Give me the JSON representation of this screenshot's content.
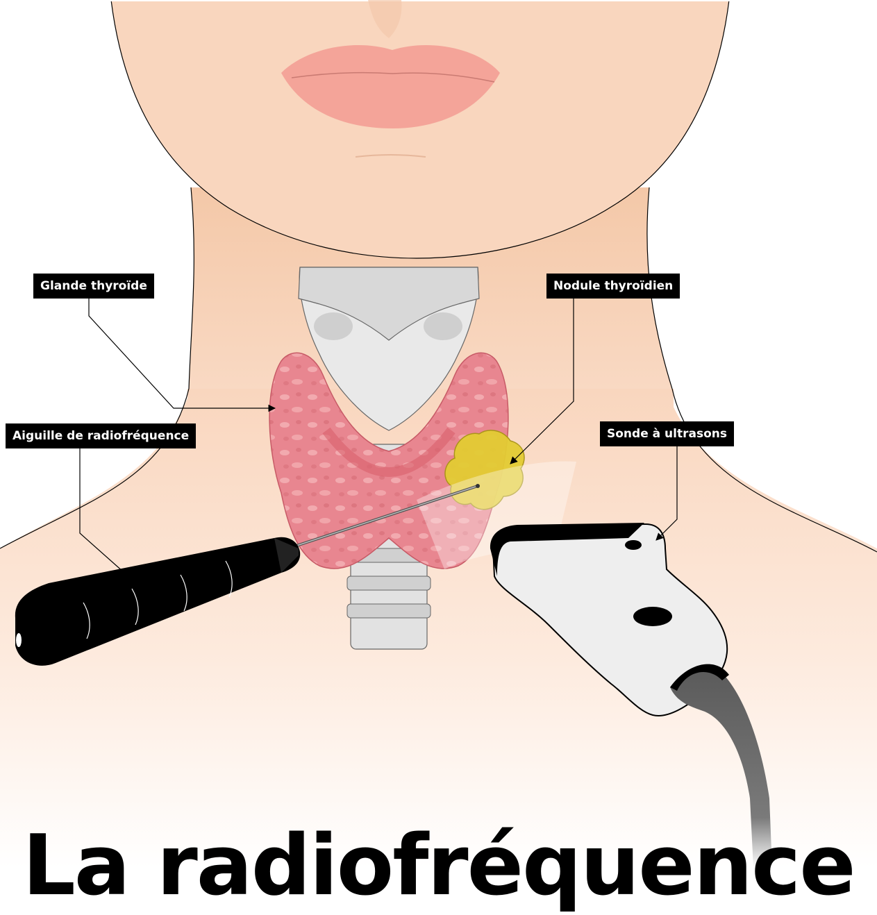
{
  "labels": {
    "glande": "Glande thyroïde",
    "nodule": "Nodule thyroïdien",
    "aiguille": "Aiguille de radiofréquence",
    "sonde": "Sonde à ultrasons"
  },
  "title": "La radiofréquence",
  "colors": {
    "skin": "#f9d6be",
    "skin_shadow": "#f2c3a2",
    "lips": "#f4a499",
    "thyroid": "#e8838c",
    "nodule": "#e0c930",
    "trachea": "#dcdcdc",
    "probe_body": "#eeeeee",
    "needle_handle": "#000000"
  },
  "icons": [
    "thyroid-gland",
    "thyroid-nodule",
    "radiofrequency-needle",
    "ultrasound-probe"
  ]
}
